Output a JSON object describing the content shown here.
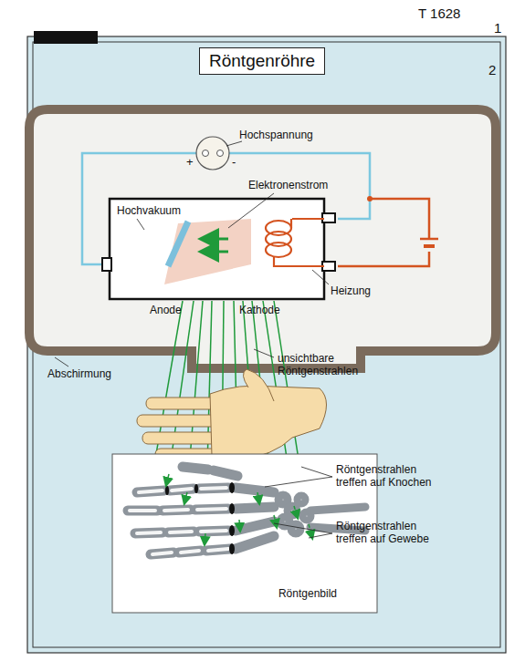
{
  "diagram": {
    "title": "Röntgenröhre",
    "nodes": [
      {
        "text": [
          "Röntgenbild"
        ]
      }
    ],
    "labels": [
      "T 1628",
      "1",
      "2",
      "Hochspannung",
      "+",
      "-",
      "Hochvakuum",
      "Elektronenstrom",
      "Anode",
      "Kathode",
      "Heizung",
      "Abschirmung",
      "unsichtbare Röntgenstrahlen",
      "Röntgenstrahlen treffen auf Knochen",
      "Röntgenstrahlen treffen auf Gewebe"
    ]
  }
}
